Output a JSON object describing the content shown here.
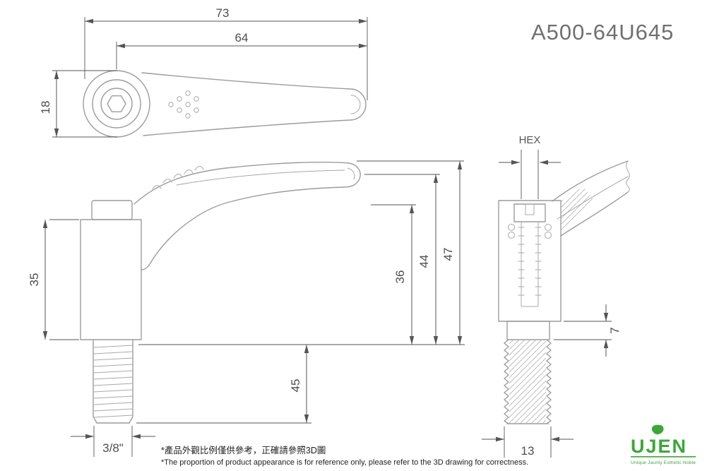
{
  "title": "A500-64U645",
  "dims": {
    "top_overall": "73",
    "top_inner": "64",
    "top_height": "18",
    "body_height": "35",
    "thread_length": "45",
    "height_36": "36",
    "height_44": "44",
    "height_47": "47",
    "thread_size": "3/8\"",
    "hex_label": "HEX",
    "collar_height": "7",
    "thread_width": "13"
  },
  "notes": {
    "zh": "*產品外觀比例僅供參考，正確請參照3D圖",
    "en": "*The proportion of product appearance is for reference only, please refer to the 3D drawing for correctness."
  },
  "logo": {
    "name": "UJEN",
    "tagline": "Unique Jaunty Esthetic Noble"
  },
  "colors": {
    "brand_green": "#3aa835",
    "part_outline": "#9c9c9c",
    "dimension": "#4d4d4d",
    "title_gray": "#707070"
  }
}
